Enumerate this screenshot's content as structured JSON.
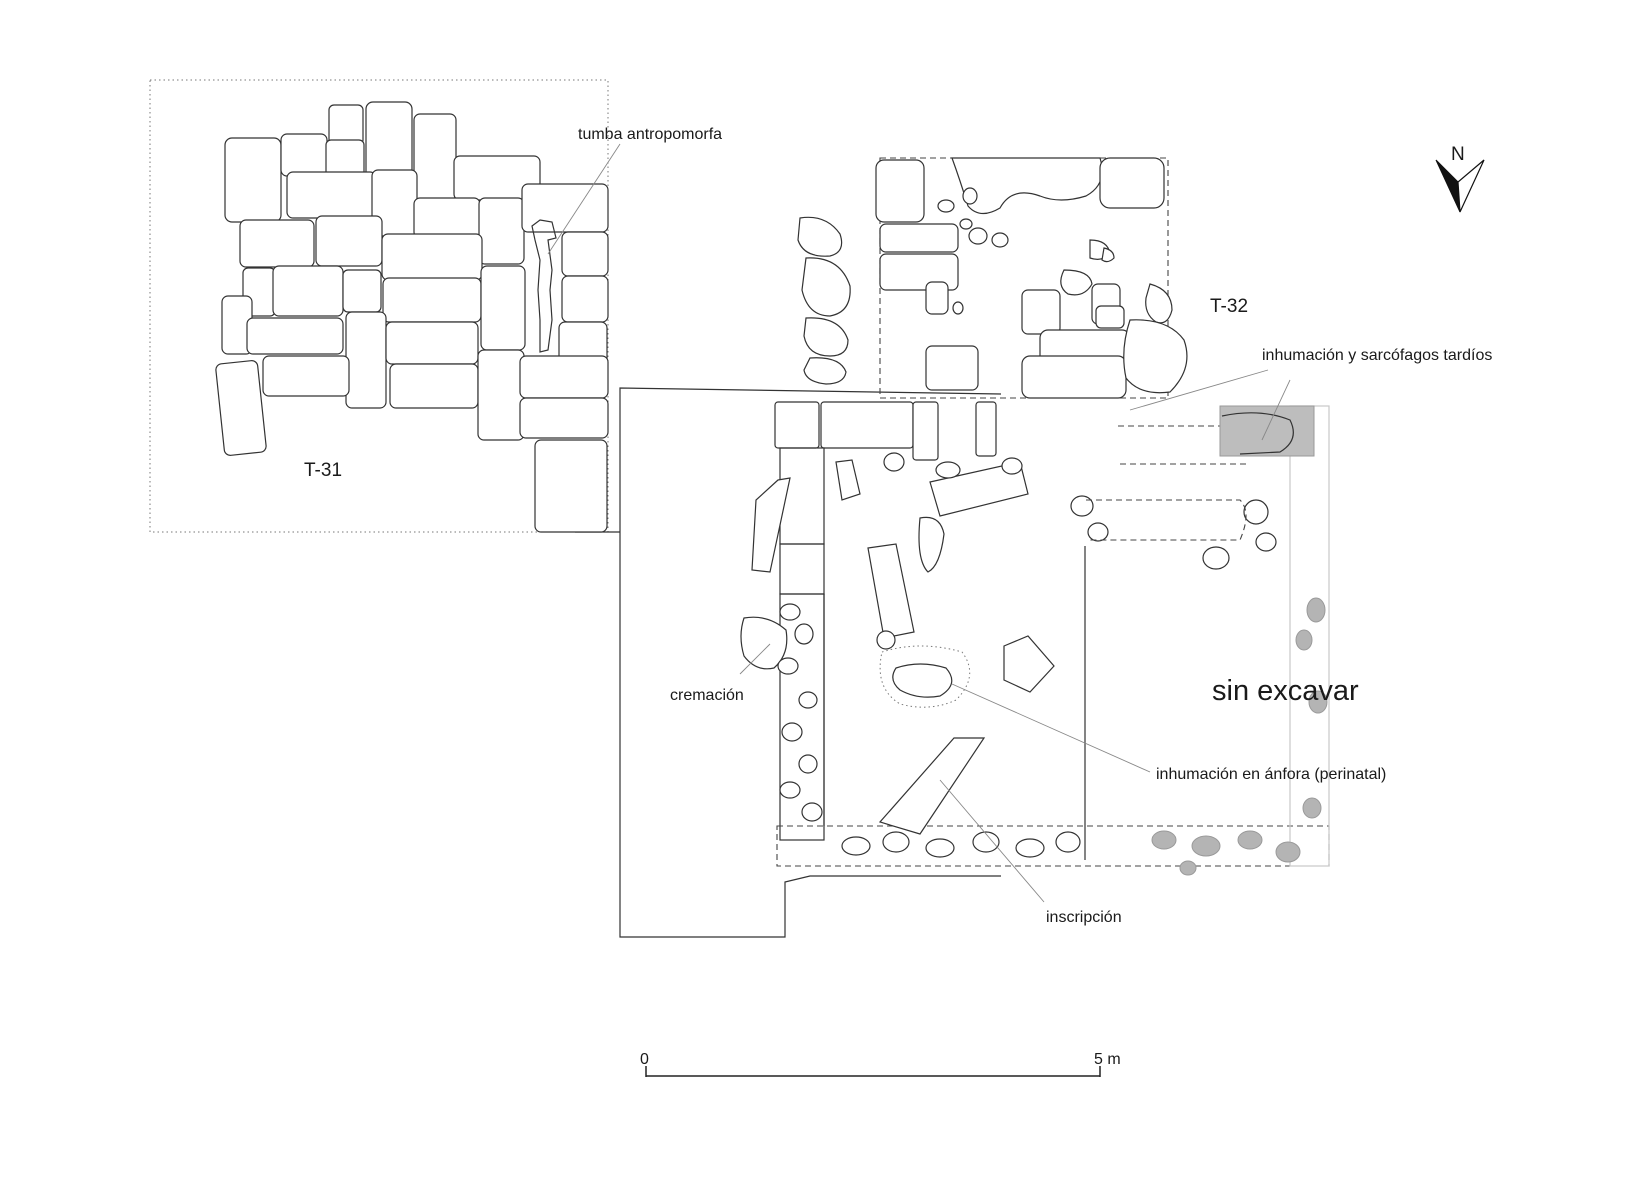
{
  "labels": {
    "tumba_antropomorfa": "tumba antropomorfa",
    "t31": "T-31",
    "t32": "T-32",
    "inhumacion_sarcofagos": "inhumación y sarcófagos tardíos",
    "cremacion": "cremación",
    "sin_excavar": "sin excavar",
    "inhumacion_anfora": "inhumación en ánfora (perinatal)",
    "inscripcion": "inscripción"
  },
  "north_arrow": {
    "letter": "N",
    "icon": "north-arrow-icon"
  },
  "scale_bar": {
    "start_label": "0",
    "end_label": "5 m"
  },
  "colors": {
    "line": "#333333",
    "unexcavated": "#b4b4b4",
    "late_sarcophagi": "#bdbdbd"
  }
}
